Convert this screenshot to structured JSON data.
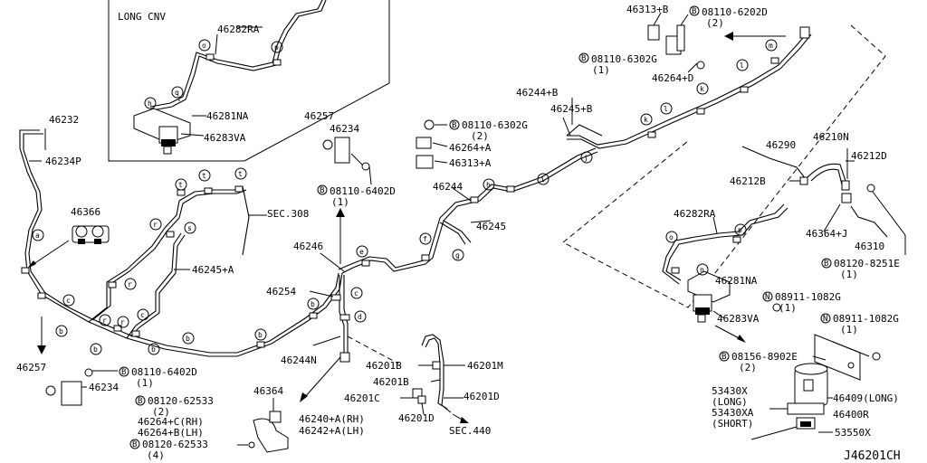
{
  "inset": {
    "title": "LONG CNV"
  },
  "diagram_code": "J46201CH",
  "parts": {
    "p46282RA_top": "46282RA",
    "p46281NA_top": "46281NA",
    "p46283VA_top": "46283VA",
    "p46232": "46232",
    "p46234P": "46234P",
    "p46366": "46366",
    "p46257_mid": "46257",
    "p46234_mid": "46234",
    "sec308": "SEC.308",
    "p46245A": "46245+A",
    "p46246": "46246",
    "p46254": "46254",
    "p46244N": "46244N",
    "p46257_left": "46257",
    "p46234_left": "46234",
    "p46364_bot": "46364",
    "p46264CRH": "46264+C(RH)",
    "p46264BLH": "46264+B(LH)",
    "p46240ARH": "46240+A(RH)",
    "p46242ALH": "46242+A(LH)",
    "p46201B_1": "46201B",
    "p46201B_2": "46201B",
    "p46201M": "46201M",
    "p46201C": "46201C",
    "p46201D_1": "46201D",
    "p46201D_2": "46201D",
    "sec440": "SEC.440",
    "p46244": "46244",
    "p46245": "46245",
    "p46244B": "46244+B",
    "p46245B": "46245+B",
    "p46264A": "46264+A",
    "p46313A": "46313+A",
    "p46313B": "46313+B",
    "p46264D": "46264+D",
    "p46290": "46290",
    "p46210N": "46210N",
    "p46212D": "46212D",
    "p46212B": "46212B",
    "p46282RA_right": "46282RA",
    "p46364J": "46364+J",
    "p46310": "46310",
    "p46281NA_right": "46281NA",
    "p46283VA_right": "46283VA",
    "p53430X": "53430X",
    "p53430X_long": "(LONG)",
    "p53430XA": "53430XA",
    "p53430XA_short": "(SHORT)",
    "p46409": "46409(LONG)",
    "p46400R": "46400R",
    "p53550X": "53550X"
  },
  "bolts": {
    "b6402D_mid": {
      "code": "08110-6402D",
      "qty": "(1)"
    },
    "b6402D_left": {
      "code": "08110-6402D",
      "qty": "(1)"
    },
    "b62533_a": {
      "code": "08120-62533",
      "qty": "(2)"
    },
    "b62533_b": {
      "code": "08120-62533",
      "qty": "(4)"
    },
    "b6302G_mid": {
      "code": "08110-6302G",
      "qty": "(2)"
    },
    "b6202D": {
      "code": "08110-6202D",
      "qty": "(2)"
    },
    "b6302G_top": {
      "code": "08110-6302G",
      "qty": "(1)"
    },
    "b8251E": {
      "code": "08120-8251E",
      "qty": "(1)"
    },
    "b8902E": {
      "code": "08156-8902E",
      "qty": "(2)"
    }
  },
  "nuts": {
    "n1082G_a": {
      "code": "08911-1082G",
      "qty": "(1)"
    },
    "n1082G_b": {
      "code": "08911-1082G",
      "qty": "(1)"
    }
  },
  "markers": {
    "bolt_symbol": "B",
    "nut_symbol": "N"
  },
  "callouts": {
    "a": "a",
    "b": "b",
    "c": "c",
    "d": "d",
    "e": "e",
    "f": "f",
    "g": "g",
    "h": "h",
    "i": "i",
    "j": "j",
    "k": "k",
    "l": "l",
    "m": "m",
    "n": "n",
    "o": "o",
    "p": "p",
    "q": "q",
    "r": "r",
    "s": "s",
    "t": "t"
  }
}
